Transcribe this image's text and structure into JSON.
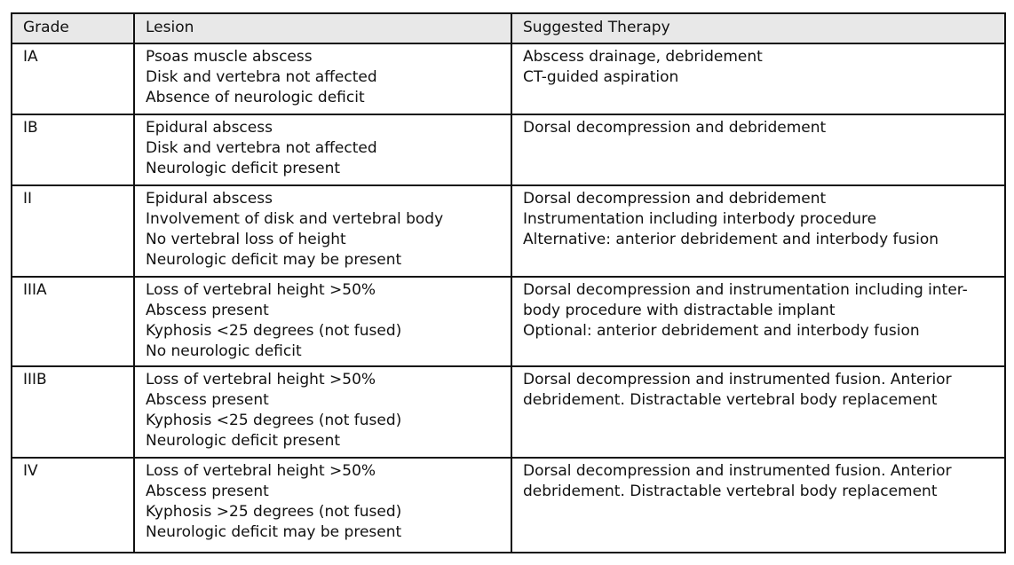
{
  "headers": [
    "Grade",
    "Lesion",
    "Suggested Therapy"
  ],
  "rows": [
    {
      "grade": "IA",
      "lesion": [
        "Psoas muscle abscess",
        "Disk and vertebra not affected",
        "Absence of neurologic deficit"
      ],
      "therapy": [
        "Abscess drainage, debridement",
        "CT-guided aspiration"
      ]
    },
    {
      "grade": "IB",
      "lesion": [
        "Epidural abscess",
        "Disk and vertebra not affected",
        "Neurologic deficit present"
      ],
      "therapy": [
        "Dorsal decompression and debridement"
      ]
    },
    {
      "grade": "II",
      "lesion": [
        "Epidural abscess",
        "Involvement of disk and vertebral body",
        "No vertebral loss of height",
        "Neurologic deficit may be present"
      ],
      "therapy": [
        "Dorsal decompression and debridement",
        "Instrumentation including interbody procedure",
        "Alternative: anterior debridement and interbody fusion"
      ]
    },
    {
      "grade": "IIIA",
      "lesion": [
        "Loss of vertebral height >50%",
        "Abscess present",
        "Kyphosis <25 degrees (not fused)",
        "No neurologic deficit"
      ],
      "therapy": [
        "Dorsal decompression and instrumentation including inter-",
        "body procedure with distractable implant",
        "Optional: anterior debridement and interbody fusion"
      ]
    },
    {
      "grade": "IIIB",
      "lesion": [
        "Loss of vertebral height >50%",
        "Abscess present",
        "Kyphosis <25 degrees (not fused)",
        "Neurologic deficit present"
      ],
      "therapy": [
        "Dorsal decompression and instrumented fusion. Anterior",
        "debridement. Distractable vertebral body replacement"
      ]
    },
    {
      "grade": "IV",
      "lesion": [
        "Loss of vertebral height >50%",
        "Abscess present",
        "Kyphosis >25 degrees (not fused)",
        "Neurologic deficit may be present"
      ],
      "therapy": [
        "Dorsal decompression and instrumented fusion. Anterior",
        "debridement. Distractable vertebral body replacement"
      ]
    }
  ]
}
